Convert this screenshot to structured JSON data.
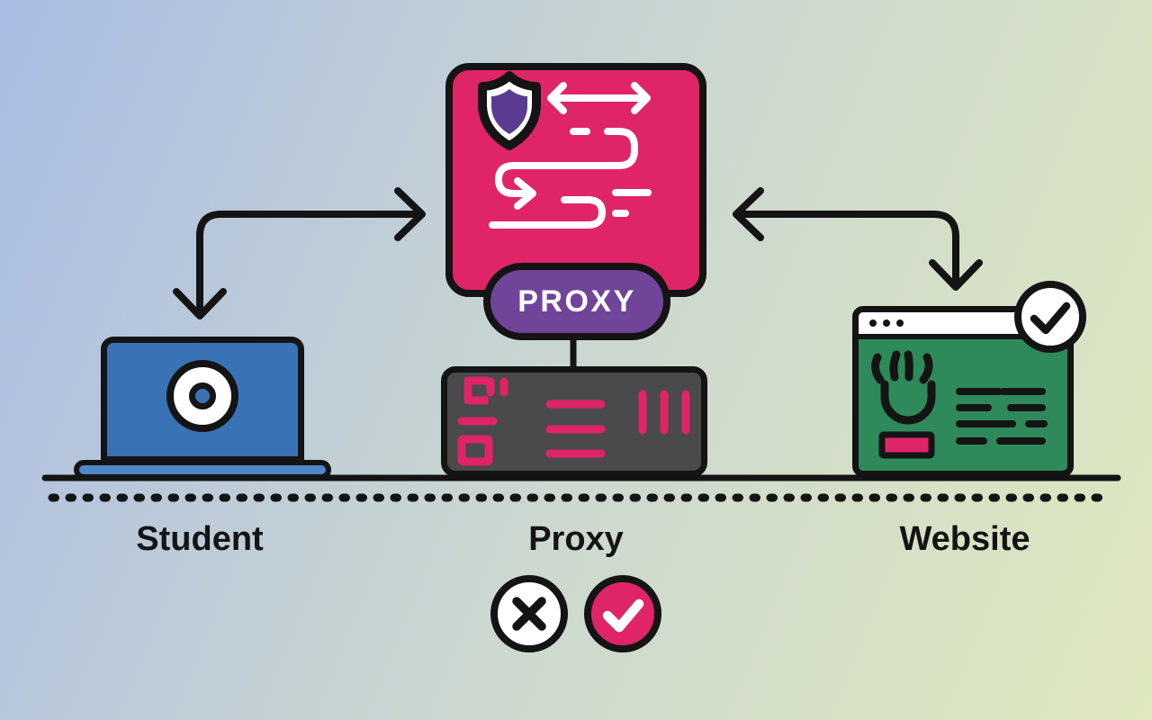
{
  "labels": {
    "student": "Student",
    "proxy": "Proxy",
    "website": "Website"
  },
  "proxy_badge": "PROXY",
  "icons": {
    "proxy_box": [
      "shield-icon",
      "bidirectional-arrow-icon",
      "route-icon"
    ],
    "proxy_hardware": "server-icon",
    "student": [
      "laptop-icon",
      "webcam-icon"
    ],
    "website": [
      "browser-window-icon",
      "check-badge-icon",
      "hand-doodle-icon",
      "text-lines-icon",
      "button-icon"
    ],
    "verdict": [
      "x-icon",
      "check-icon"
    ],
    "connectors": [
      "arrow-student-proxy",
      "arrow-proxy-website",
      "ground-line",
      "dotted-line"
    ]
  },
  "colors": {
    "bg1": "#a9bce3",
    "bg2": "#ccd8d0",
    "bg3": "#dfe8be",
    "ink": "#141414",
    "pink": "#e02468",
    "purple": "#6f4499",
    "shield": "#5a3d90",
    "blue": "#3a72b6",
    "bluelight": "#4f87c9",
    "green": "#2e8a5b",
    "gray": "#4a494b"
  }
}
